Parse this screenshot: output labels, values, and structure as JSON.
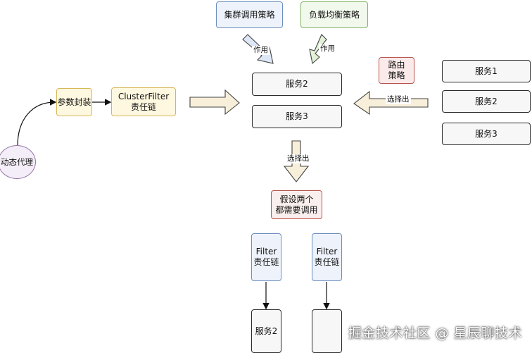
{
  "nodes": {
    "cluster_policy": "集群调用策略",
    "load_balance": "负载均衡策略",
    "route_policy": "路由\n策略",
    "param_wrap": "参数封装",
    "cluster_filter": "ClusterFilter\n责任链",
    "dynamic_proxy": "动态代理",
    "mid_service2": "服务2",
    "mid_service3": "服务3",
    "right_service1": "服务1",
    "right_service2": "服务2",
    "right_service3": "服务3",
    "assume_two": "假设两个\n都需要调用",
    "filter_left": "Filter\n责任链",
    "filter_right": "Filter\n责任链",
    "bottom_service2": "服务2",
    "bottom_service3": ""
  },
  "edge_labels": {
    "act_left": "作用",
    "act_right": "作用",
    "select_right": "选择出",
    "select_down": "选择出"
  },
  "watermark": "掘金技术社区 @ 星辰聊技术"
}
